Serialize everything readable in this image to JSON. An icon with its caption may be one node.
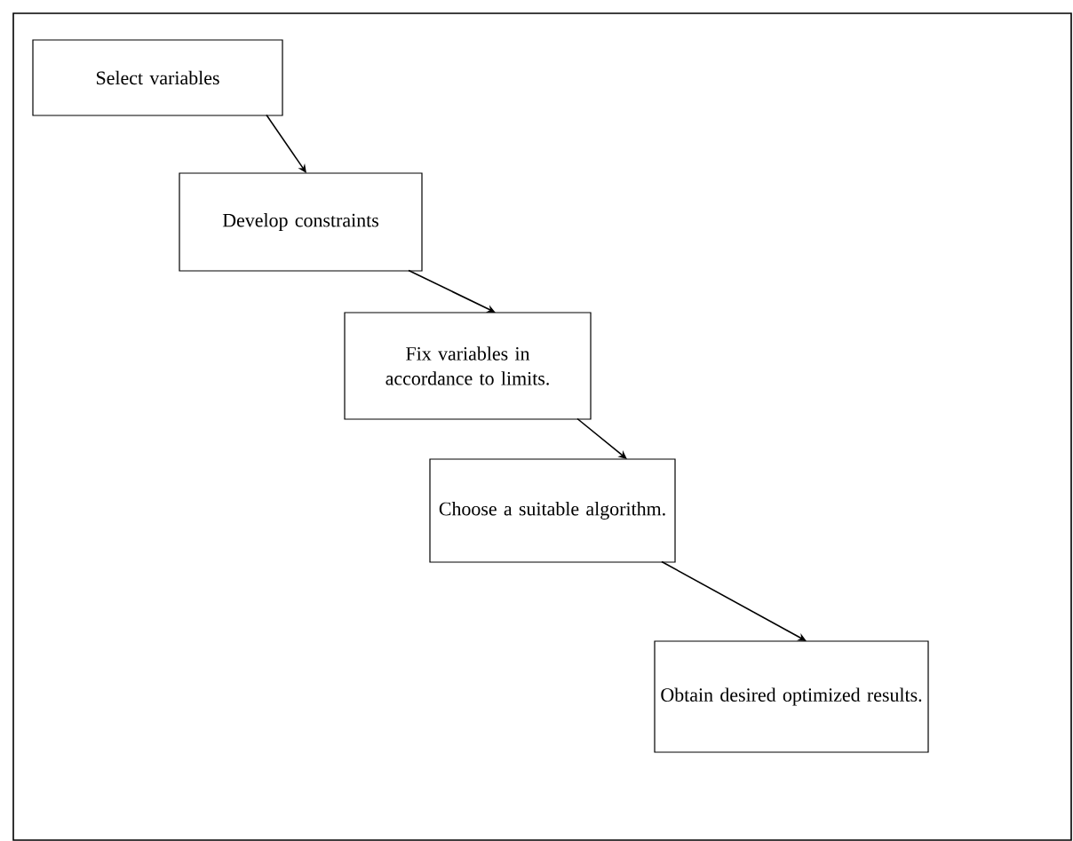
{
  "diagram": {
    "nodes": [
      {
        "text": [
          "Select variables"
        ]
      },
      {
        "text": [
          "Develop constraints"
        ]
      },
      {
        "text": [
          "Fix variables in accordance to limits."
        ]
      },
      {
        "text": [
          "Choose a suitable algorithm."
        ]
      },
      {
        "text": [
          "Obtain desired optimized results."
        ]
      }
    ],
    "edges": [
      {
        "from": 0,
        "to": 1,
        "arrow": "to"
      },
      {
        "from": 1,
        "to": 2,
        "arrow": "to"
      },
      {
        "from": 2,
        "to": 3,
        "arrow": "to"
      },
      {
        "from": 3,
        "to": 4,
        "arrow": "to"
      }
    ]
  }
}
